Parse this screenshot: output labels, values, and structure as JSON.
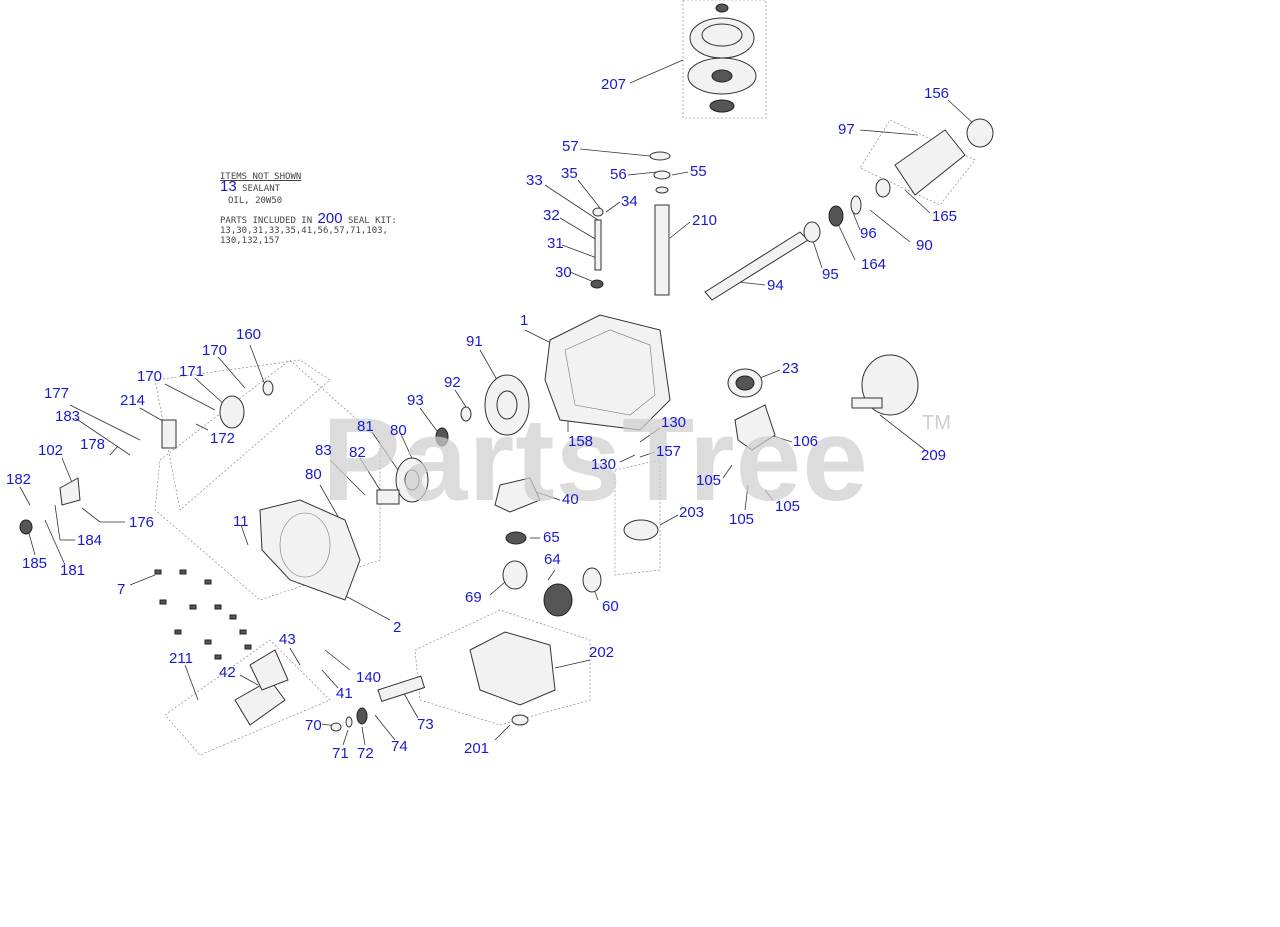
{
  "notes": {
    "items_not_shown_header": "ITEMS NOT SHOWN",
    "sealant_num": "13",
    "sealant_text": "SEALANT",
    "oil_text": "OIL, 20W50",
    "parts_included_prefix": "PARTS INCLUDED IN",
    "seal_kit_num": "200",
    "seal_kit_suffix": "SEAL KIT:",
    "seal_kit_parts_line1": "13,30,31,33,35,41,56,57,71,103,",
    "seal_kit_parts_line2": "130,132,157"
  },
  "watermark": {
    "text": "PartsTree",
    "trademark": "TM"
  },
  "callouts": {
    "c207": "207",
    "c156": "156",
    "c97": "97",
    "c57": "57",
    "c56": "56",
    "c55": "55",
    "c33": "33",
    "c35": "35",
    "c34": "34",
    "c32": "32",
    "c31": "31",
    "c30": "30",
    "c210": "210",
    "c165": "165",
    "c96": "96",
    "c90": "90",
    "c164": "164",
    "c95": "95",
    "c94": "94",
    "c1": "1",
    "c91": "91",
    "c160": "160",
    "c170a": "170",
    "c170b": "170",
    "c171": "171",
    "c92": "92",
    "c93": "93",
    "c177": "177",
    "c214": "214",
    "c183": "183",
    "c172": "172",
    "c81": "81",
    "c80a": "80",
    "c102": "102",
    "c178": "178",
    "c83": "83",
    "c82": "82",
    "c158": "158",
    "c130a": "130",
    "c157": "157",
    "c130b": "130",
    "c23": "23",
    "c106": "106",
    "c209": "209",
    "c182": "182",
    "c80b": "80",
    "c40": "40",
    "c105a": "105",
    "c105b": "105",
    "c105c": "105",
    "c203": "203",
    "c176": "176",
    "c184": "184",
    "c11": "11",
    "c65": "65",
    "c185": "185",
    "c181": "181",
    "c64": "64",
    "c7": "7",
    "c69": "69",
    "c60": "60",
    "c2": "2",
    "c43": "43",
    "c202": "202",
    "c211": "211",
    "c140": "140",
    "c42": "42",
    "c41": "41",
    "c70": "70",
    "c73": "73",
    "c71": "71",
    "c72": "72",
    "c74": "74",
    "c201": "201"
  }
}
